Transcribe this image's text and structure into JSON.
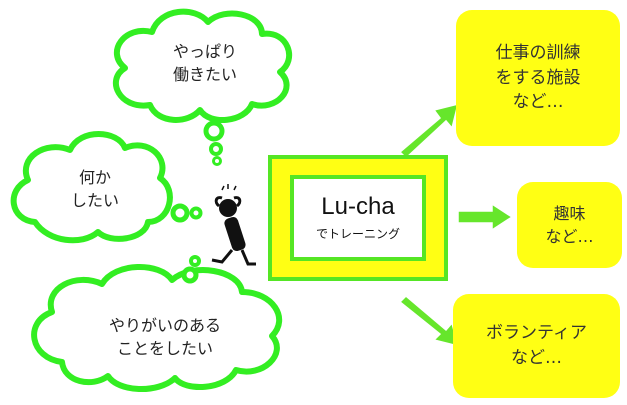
{
  "colors": {
    "cloud_fill": "#ffffff",
    "cloud_stroke": "#33ee22",
    "box_yellow": "#ffff14",
    "arrow": "#66e62b"
  },
  "clouds": [
    {
      "id": "top",
      "line1": "やっぱり",
      "line2": "働きたい"
    },
    {
      "id": "left",
      "line1": "何か",
      "line2": "したい"
    },
    {
      "id": "bottom",
      "line1": "やりがいのある",
      "line2": "ことをしたい"
    }
  ],
  "center": {
    "title": "Lu-cha",
    "subtitle": "でトレーニング"
  },
  "outcomes": [
    {
      "id": "work-training",
      "line1": "仕事の訓練",
      "line2": "をする施設",
      "line3": "など…"
    },
    {
      "id": "hobby",
      "line1": "趣味",
      "line2": "など…"
    },
    {
      "id": "volunteer",
      "line1": "ボランティア",
      "line2": "など…"
    }
  ],
  "icons": {
    "person": "thinking-person-icon"
  }
}
